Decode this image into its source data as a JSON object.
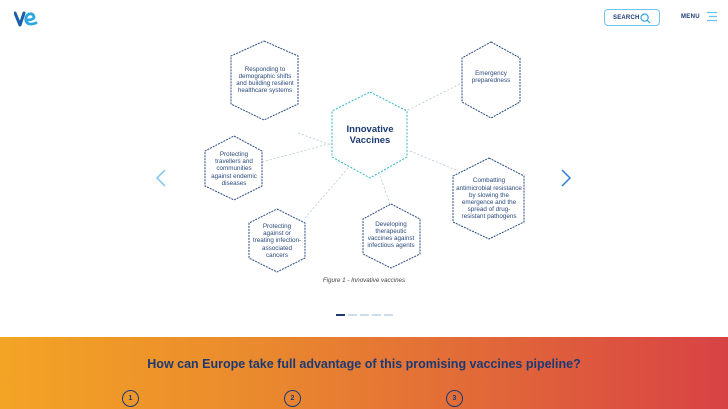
{
  "header": {
    "logo_alt": "VE",
    "search_label": "SEARCH",
    "menu_label": "MENU"
  },
  "diagram": {
    "center": {
      "line1": "Innovative",
      "line2": "Vaccines"
    },
    "nodes": [
      {
        "id": "demographic",
        "text": "Responding to demographic shifts and building resilient healthcare systems"
      },
      {
        "id": "emergency",
        "text": "Emergency preparedness"
      },
      {
        "id": "travellers",
        "text": "Protecting travellers and communities against endemic diseases"
      },
      {
        "id": "amr",
        "text": "Combatting antimicrobial resistance by slowing the emergence and the spread of drug-resistant pathogens"
      },
      {
        "id": "cancers",
        "text": "Protecting against or treating infection-associated cancers"
      },
      {
        "id": "therapeutic",
        "text": "Developing therapeutic vaccines against infectious agents"
      }
    ],
    "caption": "Figure 1 - Innovative vaccines",
    "carousel": {
      "total": 5,
      "active": 1
    }
  },
  "cta": {
    "heading": "How can Europe take full advantage of this promising vaccines pipeline?",
    "steps": [
      "1",
      "2",
      "3"
    ]
  },
  "colors": {
    "navy": "#1b3a73",
    "teal": "#2fb7c4",
    "light_blue": "#6cc3ee",
    "gradient_start": "#f3a425",
    "gradient_end": "#d84245"
  }
}
